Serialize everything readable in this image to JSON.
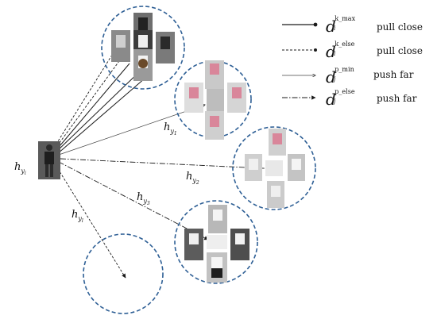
{
  "labels": {
    "anchor": {
      "main": "h",
      "sub": "y",
      "subsub": "i"
    },
    "c1": {
      "main": "h",
      "sub": "y",
      "subsub": "1"
    },
    "c2": {
      "main": "h",
      "sub": "y",
      "subsub": "2"
    },
    "c3": {
      "main": "h",
      "sub": "y",
      "subsub": "3"
    },
    "cl": {
      "main": "h",
      "sub": "y",
      "subsub": "l"
    }
  },
  "legend": [
    {
      "symbol": "d",
      "sub": "i",
      "sup": "k_max",
      "text": "pull close",
      "style": "solid-dot"
    },
    {
      "symbol": "d",
      "sub": "i",
      "sup": "k_else",
      "text": "pull close",
      "style": "dashed-dot"
    },
    {
      "symbol": "d",
      "sub": "j",
      "sup": "p_min",
      "text": "push far",
      "style": "thin-arrow"
    },
    {
      "symbol": "d",
      "sub": "j",
      "sup": "p_else",
      "text": "push far",
      "style": "dashdot-arrow"
    }
  ],
  "colors": {
    "circle": "#2e5f95",
    "line": "#1a1a1a",
    "photo_dark": "#3a3a3a",
    "photo_light": "#d8d8d8",
    "photo_pink": "#d9869a"
  }
}
